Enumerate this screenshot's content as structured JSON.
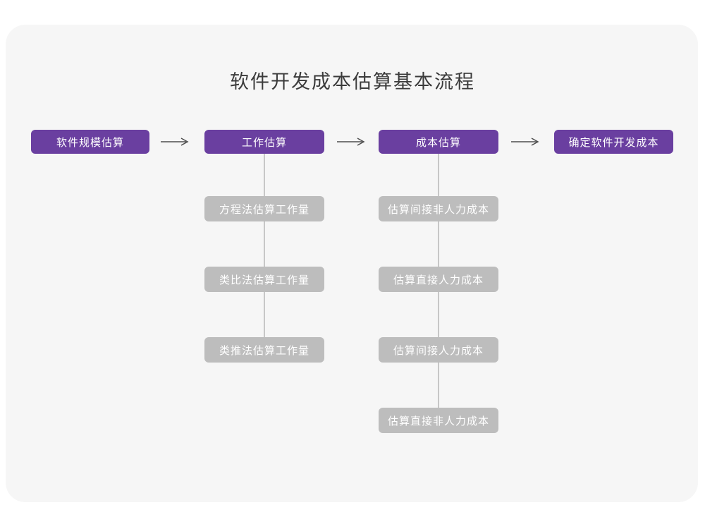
{
  "title": "软件开发成本估算基本流程",
  "colors": {
    "primary": "#6a3fa0",
    "secondary": "#bdbdbd",
    "arrow": "#4d4d4d",
    "connector": "#c7c7c7",
    "title_text": "#3b3b3b",
    "box_text": "#ffffff",
    "card_bg": "#f6f6f6",
    "page_bg": "#ffffff"
  },
  "flow": {
    "main_steps": [
      "软件规模估算",
      "工作估算",
      "成本估算",
      "确定软件开发成本"
    ],
    "sub_steps": {
      "work_estimation": [
        "方程法估算工作量",
        "类比法估算工作量",
        "类推法估算工作量"
      ],
      "cost_estimation": [
        "估算间接非人力成本",
        "估算直接人力成本",
        "估算间接人力成本",
        "估算直接非人力成本"
      ]
    }
  }
}
